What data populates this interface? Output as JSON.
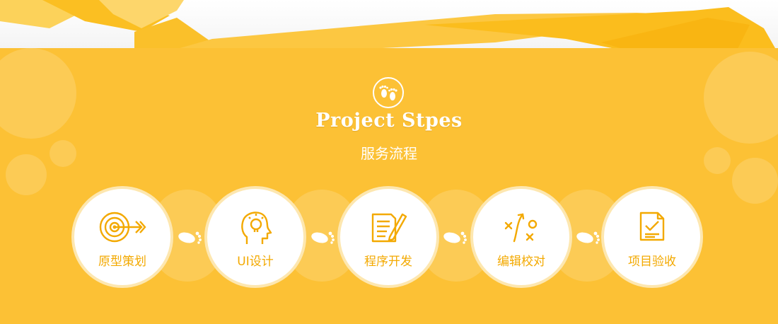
{
  "header": {
    "icon": "footprints-icon",
    "title": "Project Stpes",
    "subtitle": "服务流程"
  },
  "steps": [
    {
      "label": "原型策划",
      "icon": "target-icon"
    },
    {
      "label": "UI设计",
      "icon": "head-lightbulb-icon"
    },
    {
      "label": "程序开发",
      "icon": "document-pen-icon"
    },
    {
      "label": "编辑校对",
      "icon": "strategy-play-icon"
    },
    {
      "label": "项目验收",
      "icon": "checklist-icon"
    }
  ],
  "colors": {
    "background": "#fcc135",
    "accent": "#f3a900",
    "circle": "#ffffff",
    "ribbon": "#fbbf22"
  }
}
